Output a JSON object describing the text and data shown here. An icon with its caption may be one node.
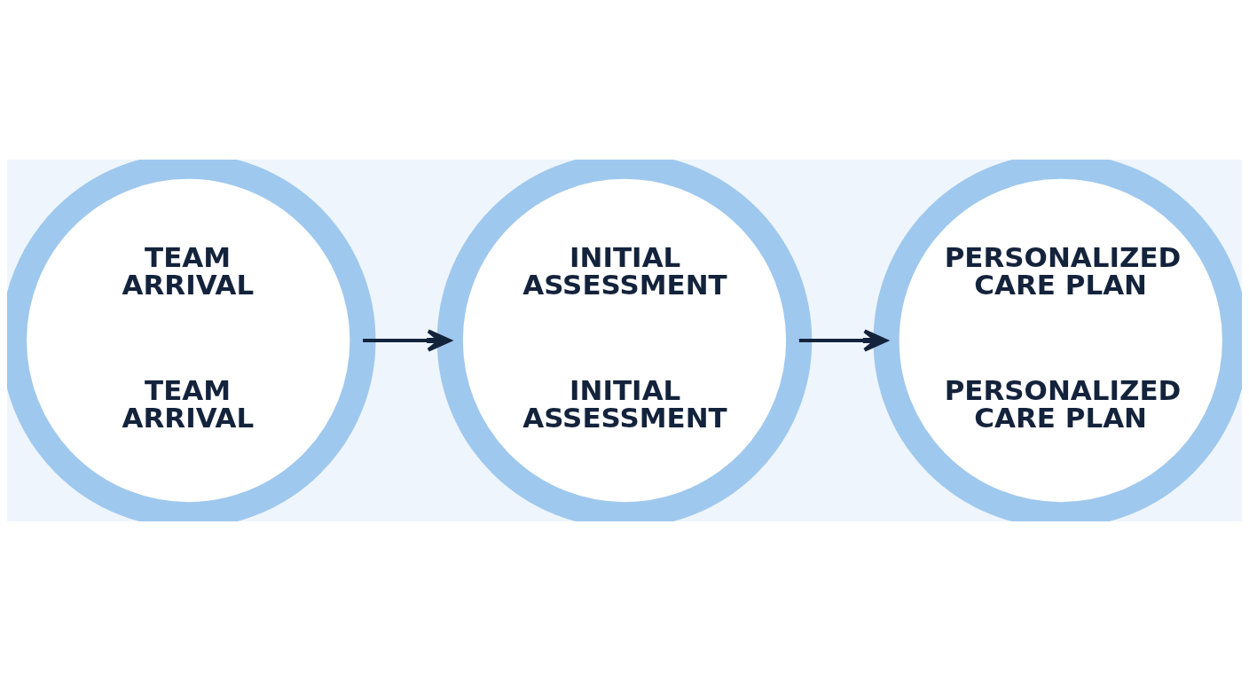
{
  "diagram": {
    "nodes": [
      {
        "text": [
          "TEAM ARRIVAL",
          "TEAM ARRIVAL"
        ]
      },
      {
        "text": [
          "INITIAL ASSESSMENT",
          "INITIAL ASSESSMENT"
        ]
      },
      {
        "text": [
          "PERSONALIZED CARE PLAN",
          "PERSONALIZED CARE PLAN"
        ]
      }
    ],
    "edges": [
      {
        "from": 0,
        "to": 1,
        "arrow": "to"
      },
      {
        "from": 1,
        "to": 2,
        "arrow": "to"
      }
    ]
  }
}
